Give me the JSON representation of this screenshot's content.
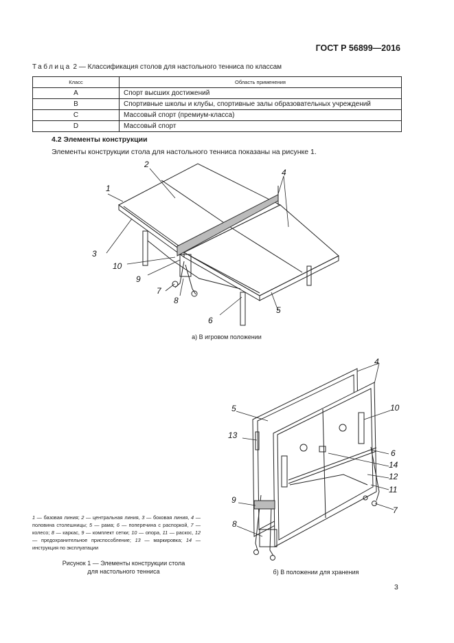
{
  "header": {
    "standard": "ГОСТ Р 56899—2016"
  },
  "table": {
    "caption_prefix": "Таблица",
    "caption_rest": " 2 — Классификация столов для настольного тенниса по классам",
    "headers": [
      "Класс",
      "Область применения"
    ],
    "rows": [
      [
        "A",
        "Спорт высших достижений"
      ],
      [
        "B",
        "Спортивные школы и клубы, спортивные залы образовательных учреждений"
      ],
      [
        "C",
        "Массовый спорт (премиум-класса)"
      ],
      [
        "D",
        "Массовый спорт"
      ]
    ]
  },
  "section": {
    "heading": "4.2 Элементы конструкции",
    "paragraph": "Элементы конструкции стола для настольного тенниса показаны на рисунке 1."
  },
  "figure": {
    "top_labels": [
      "1",
      "2",
      "3",
      "4",
      "5",
      "6",
      "7",
      "8",
      "9",
      "10"
    ],
    "top_caption": "а) В игровом положении",
    "bottom_labels": [
      "4",
      "5",
      "13",
      "10",
      "6",
      "14",
      "12",
      "11",
      "9",
      "7",
      "8"
    ],
    "bottom_caption": "б) В положении для хранения",
    "legend": [
      {
        "n": "1",
        "t": " — базовая линия; "
      },
      {
        "n": "2",
        "t": " — центральная линия, "
      },
      {
        "n": "3",
        "t": " — боковая линия, "
      },
      {
        "n": "4",
        "t": " — половина столешницы; "
      },
      {
        "n": "5",
        "t": " — рама; "
      },
      {
        "n": "6",
        "t": " — поперечина с распоркой, "
      },
      {
        "n": "7",
        "t": " — колесо; "
      },
      {
        "n": "8",
        "t": " — каркас, "
      },
      {
        "n": "9",
        "t": " — комплект сетки; "
      },
      {
        "n": "10",
        "t": " — опора, "
      },
      {
        "n": "11",
        "t": " — раскос, "
      },
      {
        "n": "12",
        "t": " — предохранительное приспособление; "
      },
      {
        "n": "13",
        "t": " — маркировка; "
      },
      {
        "n": "14",
        "t": " — инструкция по эксплуатации"
      }
    ],
    "caption_line1": "Рисунок 1 — Элементы конструкции стола",
    "caption_line2": "для настольного тенниса"
  },
  "page_number": "3"
}
